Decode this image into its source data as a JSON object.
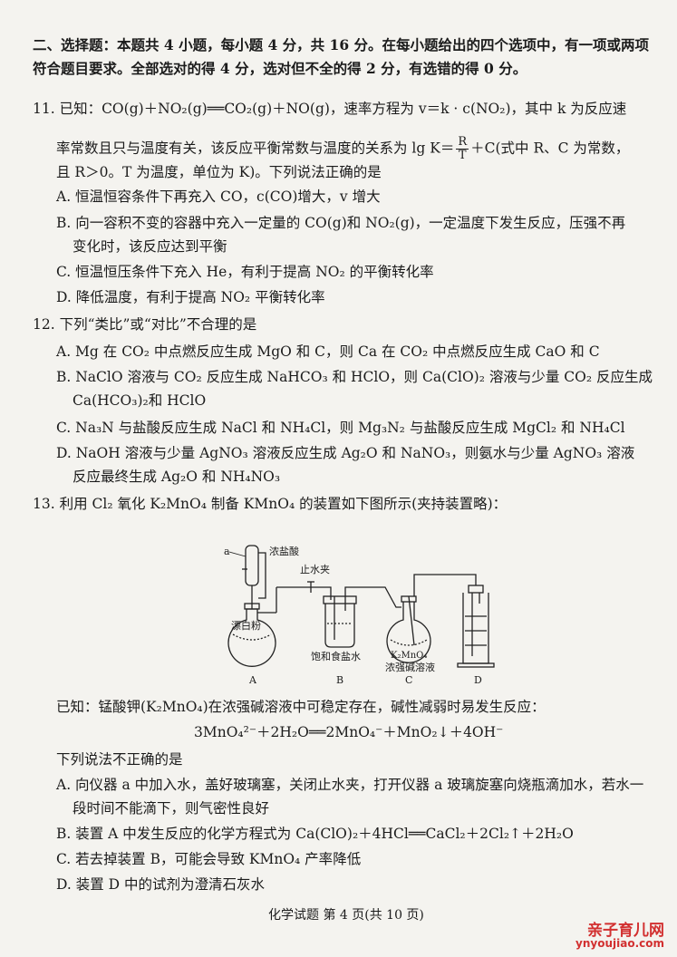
{
  "section": {
    "title_line1": "二、选择题：本题共 4 小题，每小题 4 分，共 16 分。在每小题给出的四个选项中，有一项或两项",
    "title_line2": "符合题目要求。全部选对的得 4 分，选对但不全的得 2 分，有选错的得 0 分。"
  },
  "q11": {
    "stem_line1": "11. 已知：CO(g)＋NO₂(g)══CO₂(g)＋NO(g)，速率方程为 v＝k · c(NO₂)，其中 k 为反应速",
    "stem_line2_pre": "率常数且只与温度有关，该反应平衡常数与温度的关系为 lg K＝",
    "frac_num": "R",
    "frac_den": "T",
    "stem_line2_post": "＋C(式中 R、C 为常数，",
    "stem_line3": "且 R＞0。T 为温度，单位为 K)。下列说法正确的是",
    "option_a": "A. 恒温恒容条件下再充入 CO，c(CO)增大，v 增大",
    "option_b_1": "B. 向一容积不变的容器中充入一定量的 CO(g)和 NO₂(g)，一定温度下发生反应，压强不再",
    "option_b_2": "变化时，该反应达到平衡",
    "option_c": "C. 恒温恒压条件下充入 He，有利于提高 NO₂ 的平衡转化率",
    "option_d": "D. 降低温度，有利于提高 NO₂ 平衡转化率"
  },
  "q12": {
    "stem": "12. 下列“类比”或“对比”不合理的是",
    "option_a": "A. Mg 在 CO₂ 中点燃反应生成 MgO 和 C，则 Ca 在 CO₂ 中点燃反应生成 CaO 和 C",
    "option_b_1": "B. NaClO 溶液与 CO₂ 反应生成 NaHCO₃ 和 HClO，则 Ca(ClO)₂ 溶液与少量 CO₂ 反应生成",
    "option_b_2": "Ca(HCO₃)₂和 HClO",
    "option_c": "C. Na₃N 与盐酸反应生成 NaCl 和 NH₄Cl，则 Mg₃N₂ 与盐酸反应生成 MgCl₂ 和 NH₄Cl",
    "option_d_1": "D. NaOH 溶液与少量 AgNO₃ 溶液反应生成 Ag₂O 和 NaNO₃，则氨水与少量 AgNO₃ 溶液",
    "option_d_2": "反应最终生成 Ag₂O 和 NH₄NO₃"
  },
  "q13": {
    "stem": "13. 利用 Cl₂ 氧化 K₂MnO₄ 制备 KMnO₄ 的装置如下图所示(夹持装置略)：",
    "figure": {
      "label_a_instrument": "a",
      "label_conc_hcl": "浓盐酸",
      "label_clamp": "止水夹",
      "label_bleach": "漂白粉",
      "label_brine": "饱和食盐水",
      "label_k2mno4": "K₂MnO₄",
      "label_alkali": "浓强碱溶液",
      "label_A": "A",
      "label_B": "B",
      "label_C": "C",
      "label_D": "D"
    },
    "known_line": "已知：锰酸钾(K₂MnO₄)在浓强碱溶液中可稳定存在，碱性减弱时易发生反应：",
    "equation": "3MnO₄²⁻＋2H₂O══2MnO₄⁻＋MnO₂↓＋4OH⁻",
    "ask": "下列说法不正确的是",
    "option_a_1": "A. 向仪器 a 中加入水，盖好玻璃塞，关闭止水夹，打开仪器 a 玻璃旋塞向烧瓶滴加水，若水一",
    "option_a_2": "段时间不能滴下，则气密性良好",
    "option_b": "B. 装置 A 中发生反应的化学方程式为 Ca(ClO)₂＋4HCl══CaCl₂＋2Cl₂↑＋2H₂O",
    "option_c": "C. 若去掉装置 B，可能会导致 KMnO₄ 产率降低",
    "option_d": "D. 装置 D 中的试剂为澄清石灰水"
  },
  "footer": "化学试题 第 4 页(共 10 页)",
  "watermark": {
    "line1": "亲子育儿网",
    "line2": "ynyoujiao.com",
    "color": "#d23030"
  }
}
